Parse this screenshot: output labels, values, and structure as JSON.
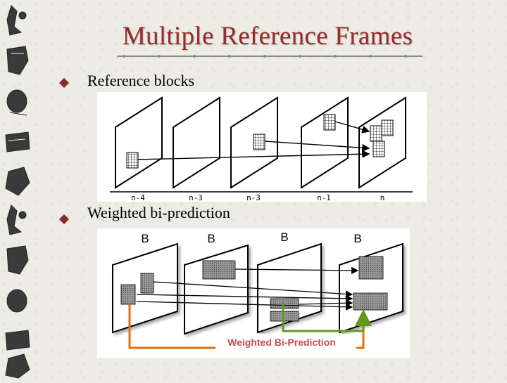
{
  "slide": {
    "title": "Multiple Reference Frames",
    "bullets": [
      {
        "text": "Reference blocks"
      },
      {
        "text": "Weighted bi-prediction"
      }
    ]
  },
  "figure1": {
    "frame_labels": [
      "n-4",
      "n-3",
      "n-3",
      "n-1",
      "n"
    ]
  },
  "figure2": {
    "frame_labels": [
      "B",
      "B",
      "B",
      "B"
    ],
    "caption": "Weighted Bi-Prediction",
    "colors": {
      "caption": "#c0504d",
      "orange_arrow": "#e46c0a",
      "green_arrow": "#5f9a1f"
    }
  },
  "colors": {
    "title": "#9a2a2a",
    "bullet": "#8b2c2c"
  }
}
